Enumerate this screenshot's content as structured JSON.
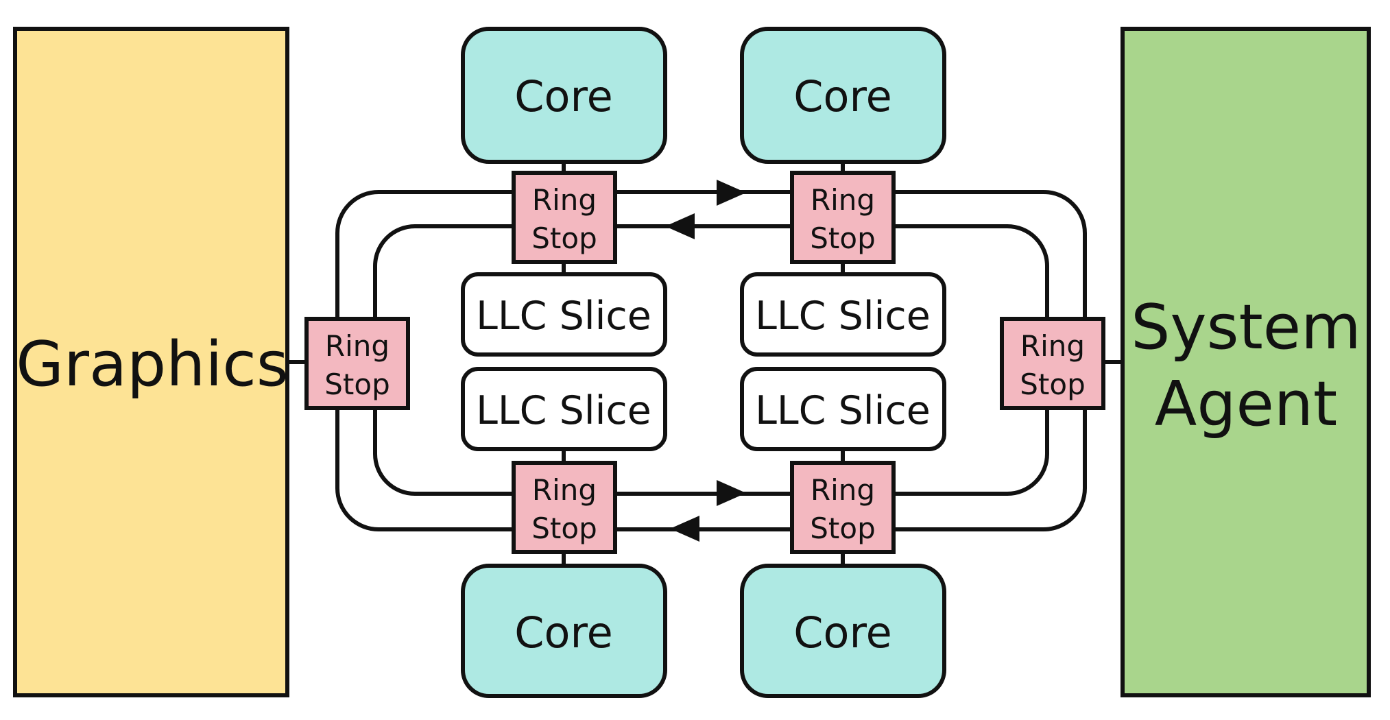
{
  "colors": {
    "graphics": "#fde395",
    "system_agent": "#a9d58c",
    "core": "#aee9e3",
    "ring_stop": "#f3b8c0",
    "llc": "#ffffff",
    "stroke": "#111111"
  },
  "graphics": {
    "label": "Graphics"
  },
  "system_agent": {
    "line1": "System",
    "line2": "Agent"
  },
  "cores": [
    {
      "label": "Core"
    },
    {
      "label": "Core"
    },
    {
      "label": "Core"
    },
    {
      "label": "Core"
    }
  ],
  "llc_slices": [
    {
      "label": "LLC Slice"
    },
    {
      "label": "LLC Slice"
    },
    {
      "label": "LLC Slice"
    },
    {
      "label": "LLC Slice"
    }
  ],
  "ring_stops": [
    {
      "line1": "Ring",
      "line2": "Stop"
    },
    {
      "line1": "Ring",
      "line2": "Stop"
    },
    {
      "line1": "Ring",
      "line2": "Stop"
    },
    {
      "line1": "Ring",
      "line2": "Stop"
    },
    {
      "line1": "Ring",
      "line2": "Stop"
    },
    {
      "line1": "Ring",
      "line2": "Stop"
    }
  ]
}
